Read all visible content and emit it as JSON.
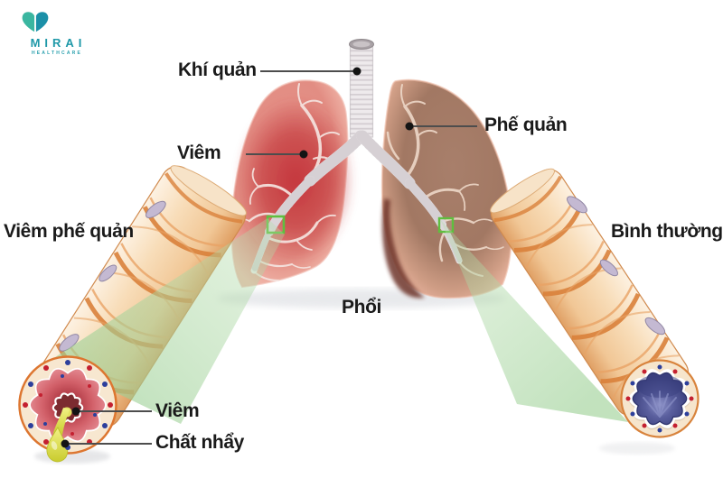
{
  "logo": {
    "brand": "MIRAI",
    "subtitle": "HEALTHCARE"
  },
  "labels": {
    "trachea": "Khí quản",
    "lung_inflammation": "Viêm",
    "bronchus": "Phế quản",
    "bronchitis": "Viêm phế quản",
    "normal": "Bình thường",
    "lungs": "Phổi",
    "tube_inflammation": "Viêm",
    "mucus": "Chất nhẩy"
  },
  "colors": {
    "brand_teal": "#1e98a8",
    "label_text": "#1a1a1a",
    "leader_line": "#4d4d4d",
    "highlight_green": "#5fbf3f",
    "beam_green": "#a3d49c",
    "inflamed_lung_red": "#c84040",
    "lung_pink": "#e69289",
    "healthy_lung_tan": "#a87f6b",
    "tube_cream": "#f6ddb9",
    "tube_orange": "#d9813b",
    "inflamed_wall_red": "#c24a55",
    "mucus_yellow": "#dfe24c",
    "lumen_blue": "#4a4f94"
  }
}
